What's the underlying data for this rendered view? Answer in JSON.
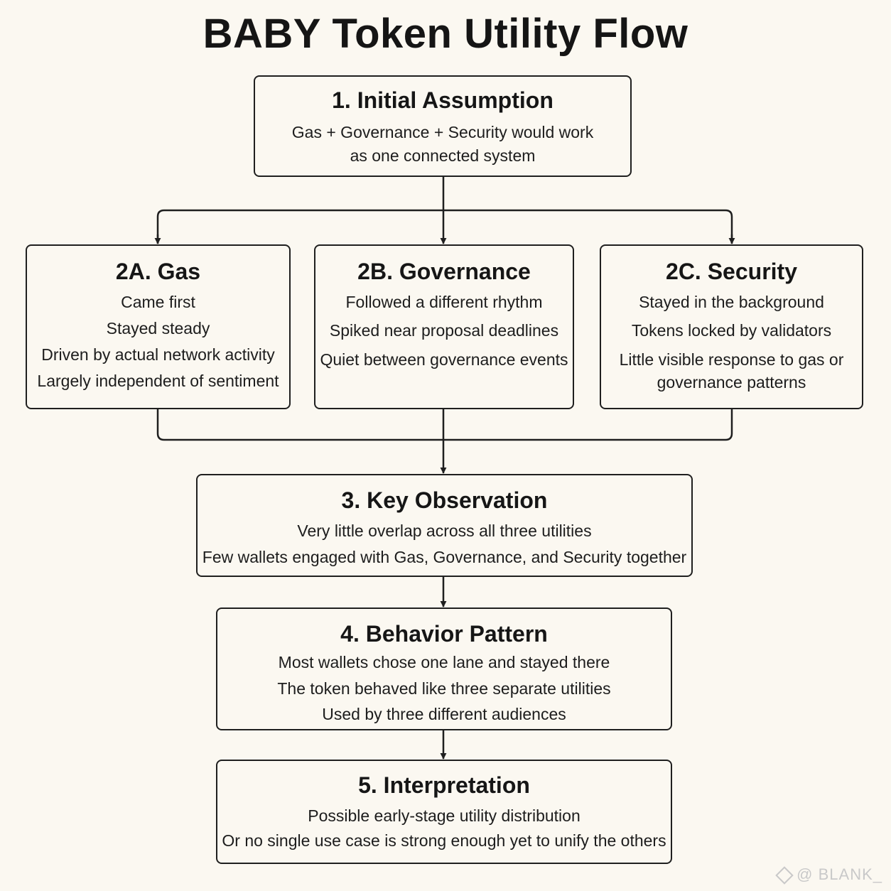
{
  "title": "BABY Token Utility Flow",
  "boxes": {
    "initial": {
      "heading": "1. Initial Assumption",
      "lines": [
        "Gas + Governance + Security would work",
        "as one connected system"
      ]
    },
    "gas": {
      "heading": "2A. Gas",
      "lines": [
        "Came first",
        "Stayed steady",
        "Driven by actual network activity",
        "Largely independent of sentiment"
      ]
    },
    "governance": {
      "heading": "2B. Governance",
      "lines": [
        "Followed a different rhythm",
        "Spiked near proposal deadlines",
        "Quiet between governance events"
      ]
    },
    "security": {
      "heading": "2C. Security",
      "lines": [
        "Stayed in the background",
        "Tokens locked by validators",
        "Little visible response to gas or",
        "governance patterns"
      ]
    },
    "observation": {
      "heading": "3. Key Observation",
      "lines": [
        "Very little overlap across all three utilities",
        "Few wallets engaged with Gas, Governance, and Security together"
      ]
    },
    "behavior": {
      "heading": "4. Behavior Pattern",
      "lines": [
        "Most wallets chose one lane and stayed there",
        "The token behaved like three separate utilities",
        "Used by three different audiences"
      ]
    },
    "interpretation": {
      "heading": "5. Interpretation",
      "lines": [
        "Possible early-stage utility distribution",
        "Or no single use case is strong enough yet to unify the others"
      ]
    }
  },
  "watermark": "@ BLANK_",
  "colors": {
    "background": "#fbf8f1",
    "stroke": "#1f1f1f"
  }
}
